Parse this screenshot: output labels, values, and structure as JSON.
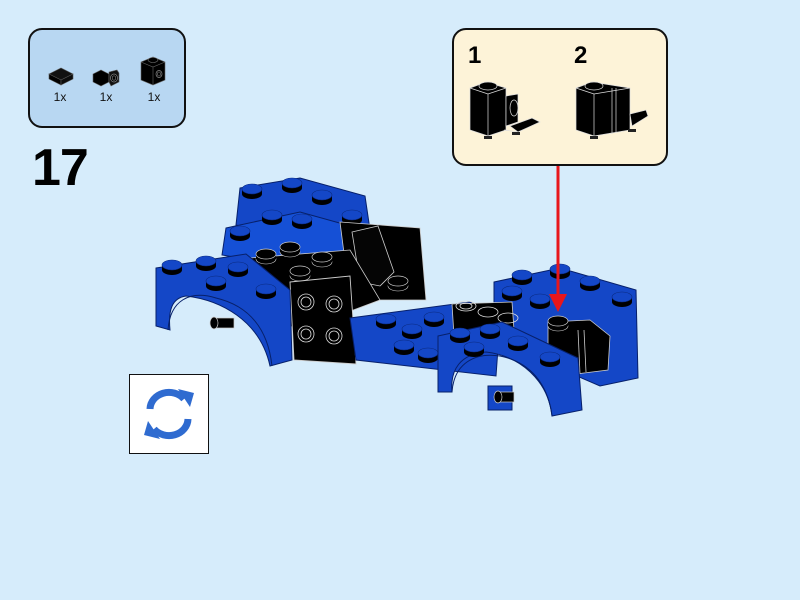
{
  "step": {
    "number": "17"
  },
  "parts_list": {
    "items": [
      {
        "name": "tile-1x1-black",
        "quantity": "1x"
      },
      {
        "name": "bracket-1x1-black",
        "quantity": "1x"
      },
      {
        "name": "brick-1x1-stud-on-side-black",
        "quantity": "1x"
      }
    ]
  },
  "callout": {
    "substeps": [
      {
        "label": "1"
      },
      {
        "label": "2"
      }
    ]
  },
  "rotate_button": {
    "icon": "rotate-icon"
  },
  "colors": {
    "background": "#d6ecfb",
    "parts_box": "#b8d7f2",
    "callout_box": "#fdf3d8",
    "brick_blue": "#1447c7",
    "brick_black": "#0a0a0a",
    "arrow_red": "#e8161b",
    "rotate_icon_blue": "#2f6bd0"
  }
}
